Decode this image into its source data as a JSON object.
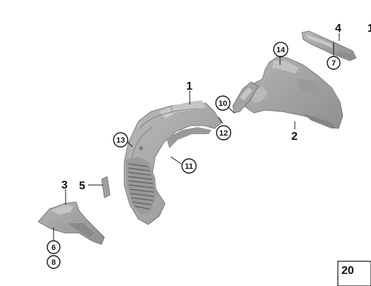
{
  "labels": {
    "l1": "1",
    "l2": "2",
    "l3": "3",
    "l4": "4",
    "l5": "5",
    "l6": "6",
    "l7": "7",
    "l8": "8",
    "l10": "10",
    "l11": "11",
    "l12": "12",
    "l13": "13",
    "l14": "14",
    "l20": "20",
    "edge": "1"
  },
  "colors": {
    "part_fill": "#a8a8a8",
    "part_shade": "#8c8c8c",
    "part_light": "#c4c4c4",
    "line": "#111111"
  }
}
